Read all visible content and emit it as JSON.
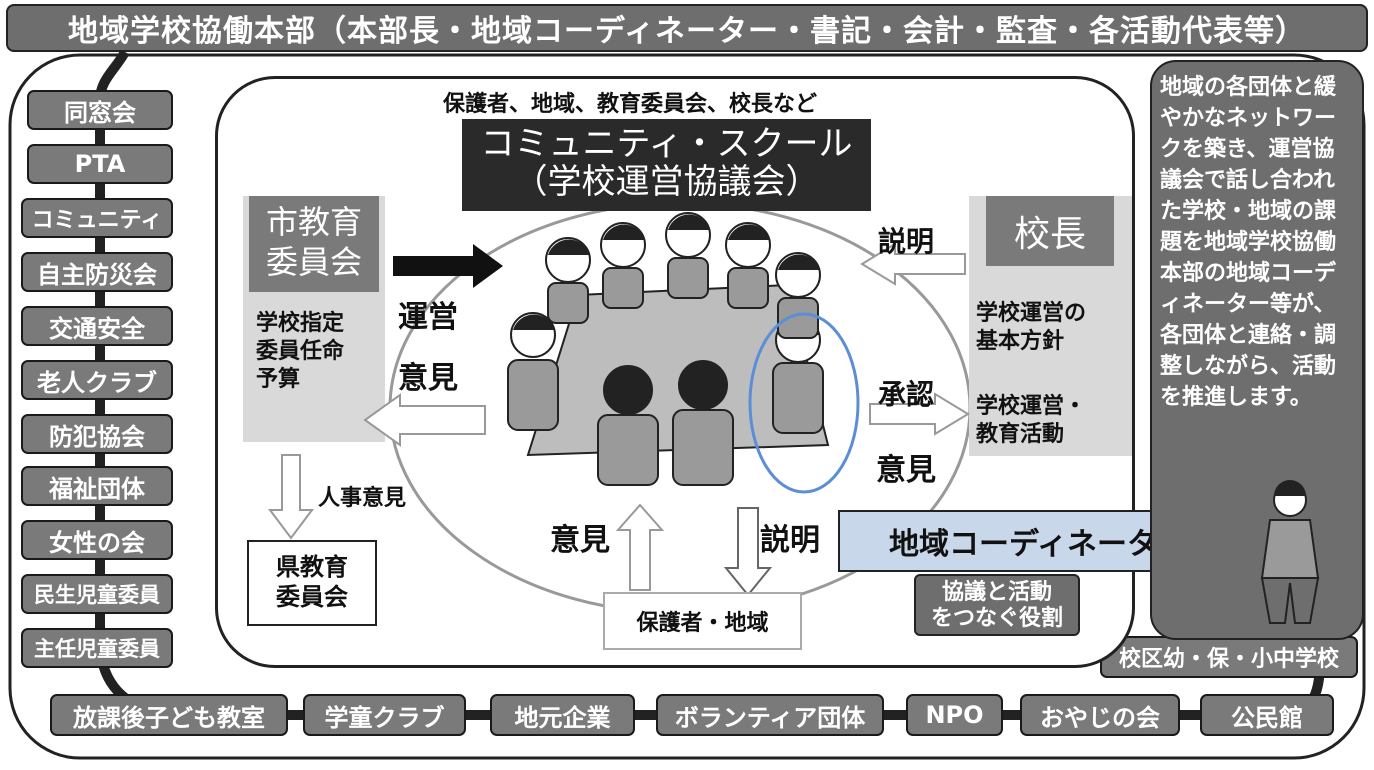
{
  "banner": "地域学校協働本部（本部長・地域コーディネーター・書記・会計・監査・各活動代表等）",
  "organizations_left": [
    "同窓会",
    "PTA",
    "コミュニティ",
    "自主防災会",
    "交通安全",
    "老人クラブ",
    "防犯協会",
    "福祉団体",
    "女性の会",
    "民生児童委員",
    "主任児童委員"
  ],
  "organizations_bottom": [
    "放課後子ども教室",
    "学童クラブ",
    "地元企業",
    "ボランティア団体",
    "NPO",
    "おやじの会",
    "公民館"
  ],
  "school_label": "校区幼・保・小中学校",
  "cs_members": "保護者、地域、教育委員会、校長など",
  "cs_title_line1": "コミュニティ・スクール",
  "cs_title_line2": "（学校運営協議会）",
  "city_board_line1": "市教育",
  "city_board_line2": "委員会",
  "city_board_duties": [
    "学校指定",
    "委員任命",
    "予算"
  ],
  "arrow_labels": {
    "unei": "運営",
    "iken_left": "意見",
    "jinji_iken": "人事意見",
    "setsumei_principal": "説明",
    "shonin": "承認",
    "iken_right": "意見",
    "iken_bottom": "意見",
    "setsumei_bottom": "説明"
  },
  "pref_board_line1": "県教育",
  "pref_board_line2": "委員会",
  "principal_title": "校長",
  "principal_items": [
    "学校運営の",
    "基本方針",
    "学校運営・",
    "教育活動"
  ],
  "guardians_community": "保護者・地域",
  "coordinator_title": "地域コーディネーター",
  "coordinator_role_line1": "協議と活動",
  "coordinator_role_line2": "をつなぐ役割",
  "right_panel_text": "地域の各団体と緩やかなネットワークを築き、運営協議会で話し合われた学校・地域の課題を地域学校協働本部の地域コーディネーター等が、各団体と連絡・調整しながら、活動を推進します。",
  "colors": {
    "dark_gray": "#6e6e6e",
    "light_gray": "#d9d9d9",
    "coordinator_blue": "#c9d7ea",
    "highlight_ellipse": "#5b8ed6"
  }
}
